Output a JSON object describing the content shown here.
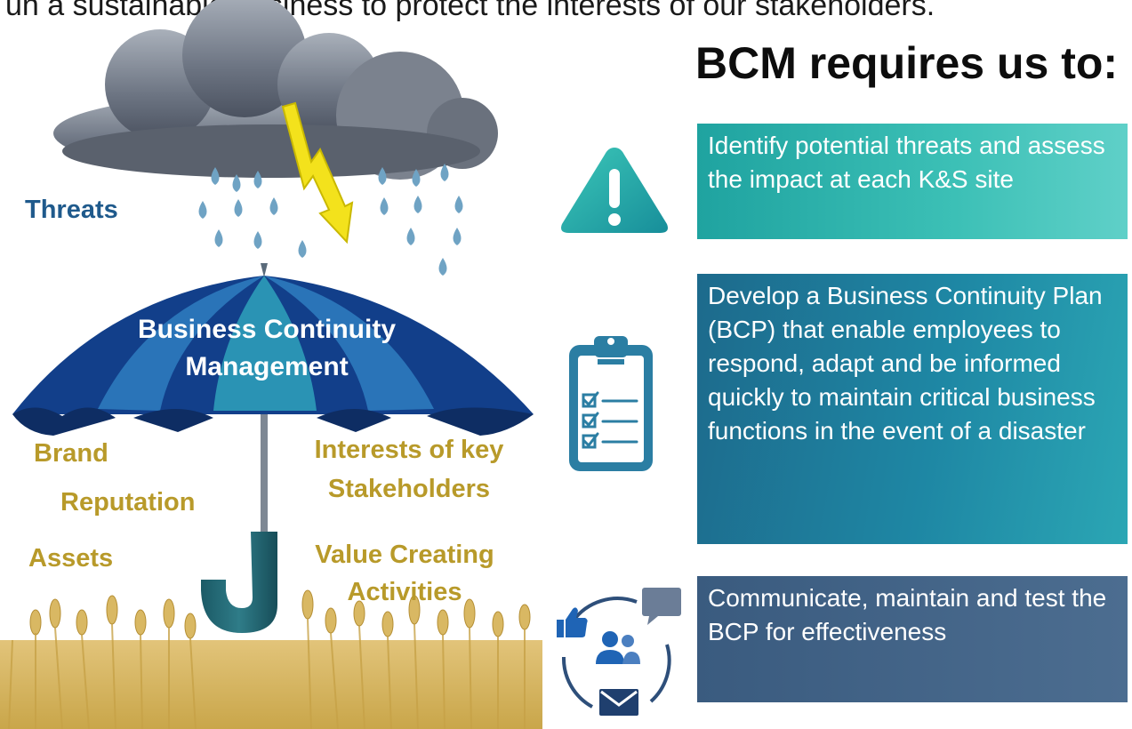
{
  "page": {
    "top_text": "un a sustainable business to protect the interests of our stakeholders."
  },
  "illustration": {
    "threats_label": "Threats",
    "umbrella_label_line1": "Business Continuity",
    "umbrella_label_line2": "Management",
    "protected": {
      "brand": "Brand",
      "reputation": "Reputation",
      "assets": "Assets",
      "interests_line1": "Interests of key",
      "interests_line2": "Stakeholders",
      "value_line1": "Value Creating",
      "value_line2": "Activities"
    }
  },
  "panel": {
    "heading": "BCM requires us to:",
    "items": [
      {
        "icon": "warning-icon",
        "text": "Identify potential threats and assess the impact at each K&S site"
      },
      {
        "icon": "clipboard-checklist-icon",
        "text": "Develop a Business Continuity Plan (BCP) that enable employees to respond, adapt and be informed quickly to maintain critical business functions in the event of a disaster"
      },
      {
        "icon": "communication-cycle-icon",
        "text": "Communicate, maintain and test the BCP for effectiveness"
      }
    ]
  },
  "colors": {
    "threats_blue": "#1f5a8c",
    "gold_text": "#b89a2a",
    "teal_box": "#2db3ac",
    "blue_box": "#1e7fa0",
    "slate_box": "#43658a"
  }
}
